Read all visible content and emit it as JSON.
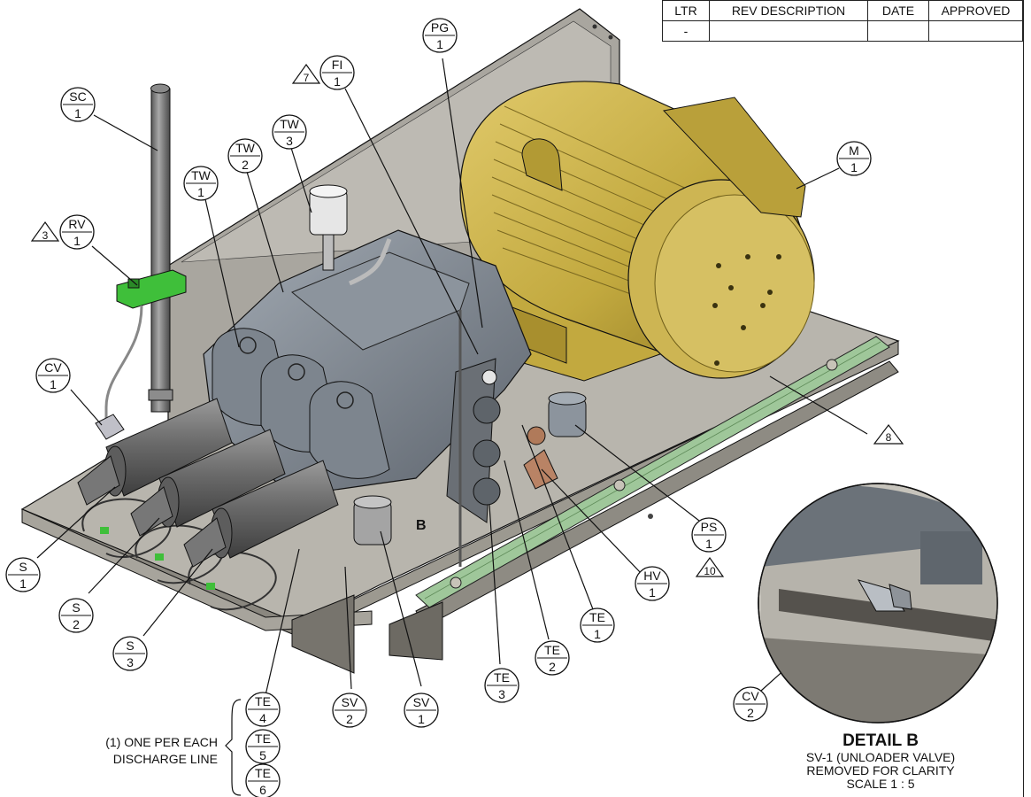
{
  "revision_table": {
    "header": [
      "LTR",
      "REV DESCRIPTION",
      "DATE",
      "APPROVED"
    ],
    "row": [
      "-",
      "",
      "",
      ""
    ]
  },
  "callouts": [
    {
      "id": "sc1",
      "top": "SC",
      "bottom": "1"
    },
    {
      "id": "rv1",
      "top": "RV",
      "bottom": "1",
      "flag": "3"
    },
    {
      "id": "tw1",
      "top": "TW",
      "bottom": "1"
    },
    {
      "id": "tw2",
      "top": "TW",
      "bottom": "2"
    },
    {
      "id": "tw3",
      "top": "TW",
      "bottom": "3"
    },
    {
      "id": "fi1",
      "top": "FI",
      "bottom": "1",
      "flag": "7"
    },
    {
      "id": "pg1",
      "top": "PG",
      "bottom": "1"
    },
    {
      "id": "m1",
      "top": "M",
      "bottom": "1"
    },
    {
      "id": "cv1",
      "top": "CV",
      "bottom": "1"
    },
    {
      "id": "s1",
      "top": "S",
      "bottom": "1"
    },
    {
      "id": "s2",
      "top": "S",
      "bottom": "2"
    },
    {
      "id": "s3",
      "top": "S",
      "bottom": "3"
    },
    {
      "id": "te4",
      "top": "TE",
      "bottom": "4"
    },
    {
      "id": "te5",
      "top": "TE",
      "bottom": "5"
    },
    {
      "id": "te6",
      "top": "TE",
      "bottom": "6"
    },
    {
      "id": "sv2",
      "top": "SV",
      "bottom": "2"
    },
    {
      "id": "sv1",
      "top": "SV",
      "bottom": "1"
    },
    {
      "id": "te3",
      "top": "TE",
      "bottom": "3"
    },
    {
      "id": "te2",
      "top": "TE",
      "bottom": "2"
    },
    {
      "id": "te1",
      "top": "TE",
      "bottom": "1"
    },
    {
      "id": "hv1",
      "top": "HV",
      "bottom": "1"
    },
    {
      "id": "ps1",
      "top": "PS",
      "bottom": "1",
      "flag": "10"
    },
    {
      "id": "cv2",
      "top": "CV",
      "bottom": "2"
    }
  ],
  "flag_8": "8",
  "detail_letter": "B",
  "note": {
    "line1": "(1) ONE PER EACH",
    "line2": "DISCHARGE LINE"
  },
  "detail": {
    "title": "DETAIL B",
    "line1": "SV-1 (UNLOADER VALVE)",
    "line2": "REMOVED FOR CLARITY",
    "line3": "SCALE 1 : 5"
  },
  "colors": {
    "motor": "#c9b04a",
    "motor_dark": "#8f7a22",
    "pump": "#707882",
    "pump_light": "#9aa2ab",
    "steel": "#b3b0a8",
    "steel_dark": "#6f6c66",
    "green": "#3fbf3a",
    "rail_green": "#9fc79a",
    "line": "#111111"
  }
}
